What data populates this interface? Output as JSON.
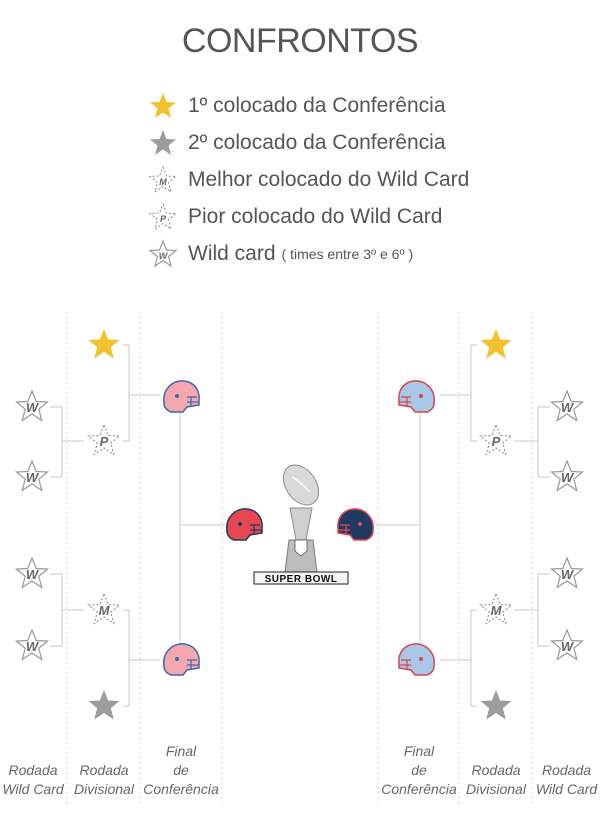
{
  "title": "CONFRONTOS",
  "legend": [
    {
      "icon": "gold-star",
      "label": "1º colocado da Conferência"
    },
    {
      "icon": "gray-star",
      "label": "2º colocado da Conferência"
    },
    {
      "icon": "dashed-star-m",
      "label": "Melhor colocado do Wild Card"
    },
    {
      "icon": "dashed-star-p",
      "label": "Pior colocado do Wild Card"
    },
    {
      "icon": "outline-star-w",
      "label": "Wild card",
      "note": "( times entre 3º e 6º )"
    }
  ],
  "seed_letters": {
    "wild": "W",
    "best": "M",
    "worst": "P"
  },
  "trophy_label": "SUPER BOWL",
  "columns_left": {
    "wildcard": [
      "Rodada",
      "Wild Card"
    ],
    "divisional": [
      "Rodada",
      "Divisional"
    ],
    "final": [
      "Final",
      "de",
      "Conferência"
    ]
  },
  "columns_right": {
    "final": [
      "Final",
      "de",
      "Conferência"
    ],
    "divisional": [
      "Rodada",
      "Divisional"
    ],
    "wildcard": [
      "Rodada",
      "Wild Card"
    ]
  },
  "colors": {
    "gold": "#f2c12e",
    "gray": "#9c9c9c",
    "line": "#c9c9c9",
    "helmet_light_red": "#f6a6ae",
    "helmet_light_blue": "#a9c7e6",
    "helmet_red": "#e8474f",
    "helmet_navy": "#1f3b63"
  }
}
